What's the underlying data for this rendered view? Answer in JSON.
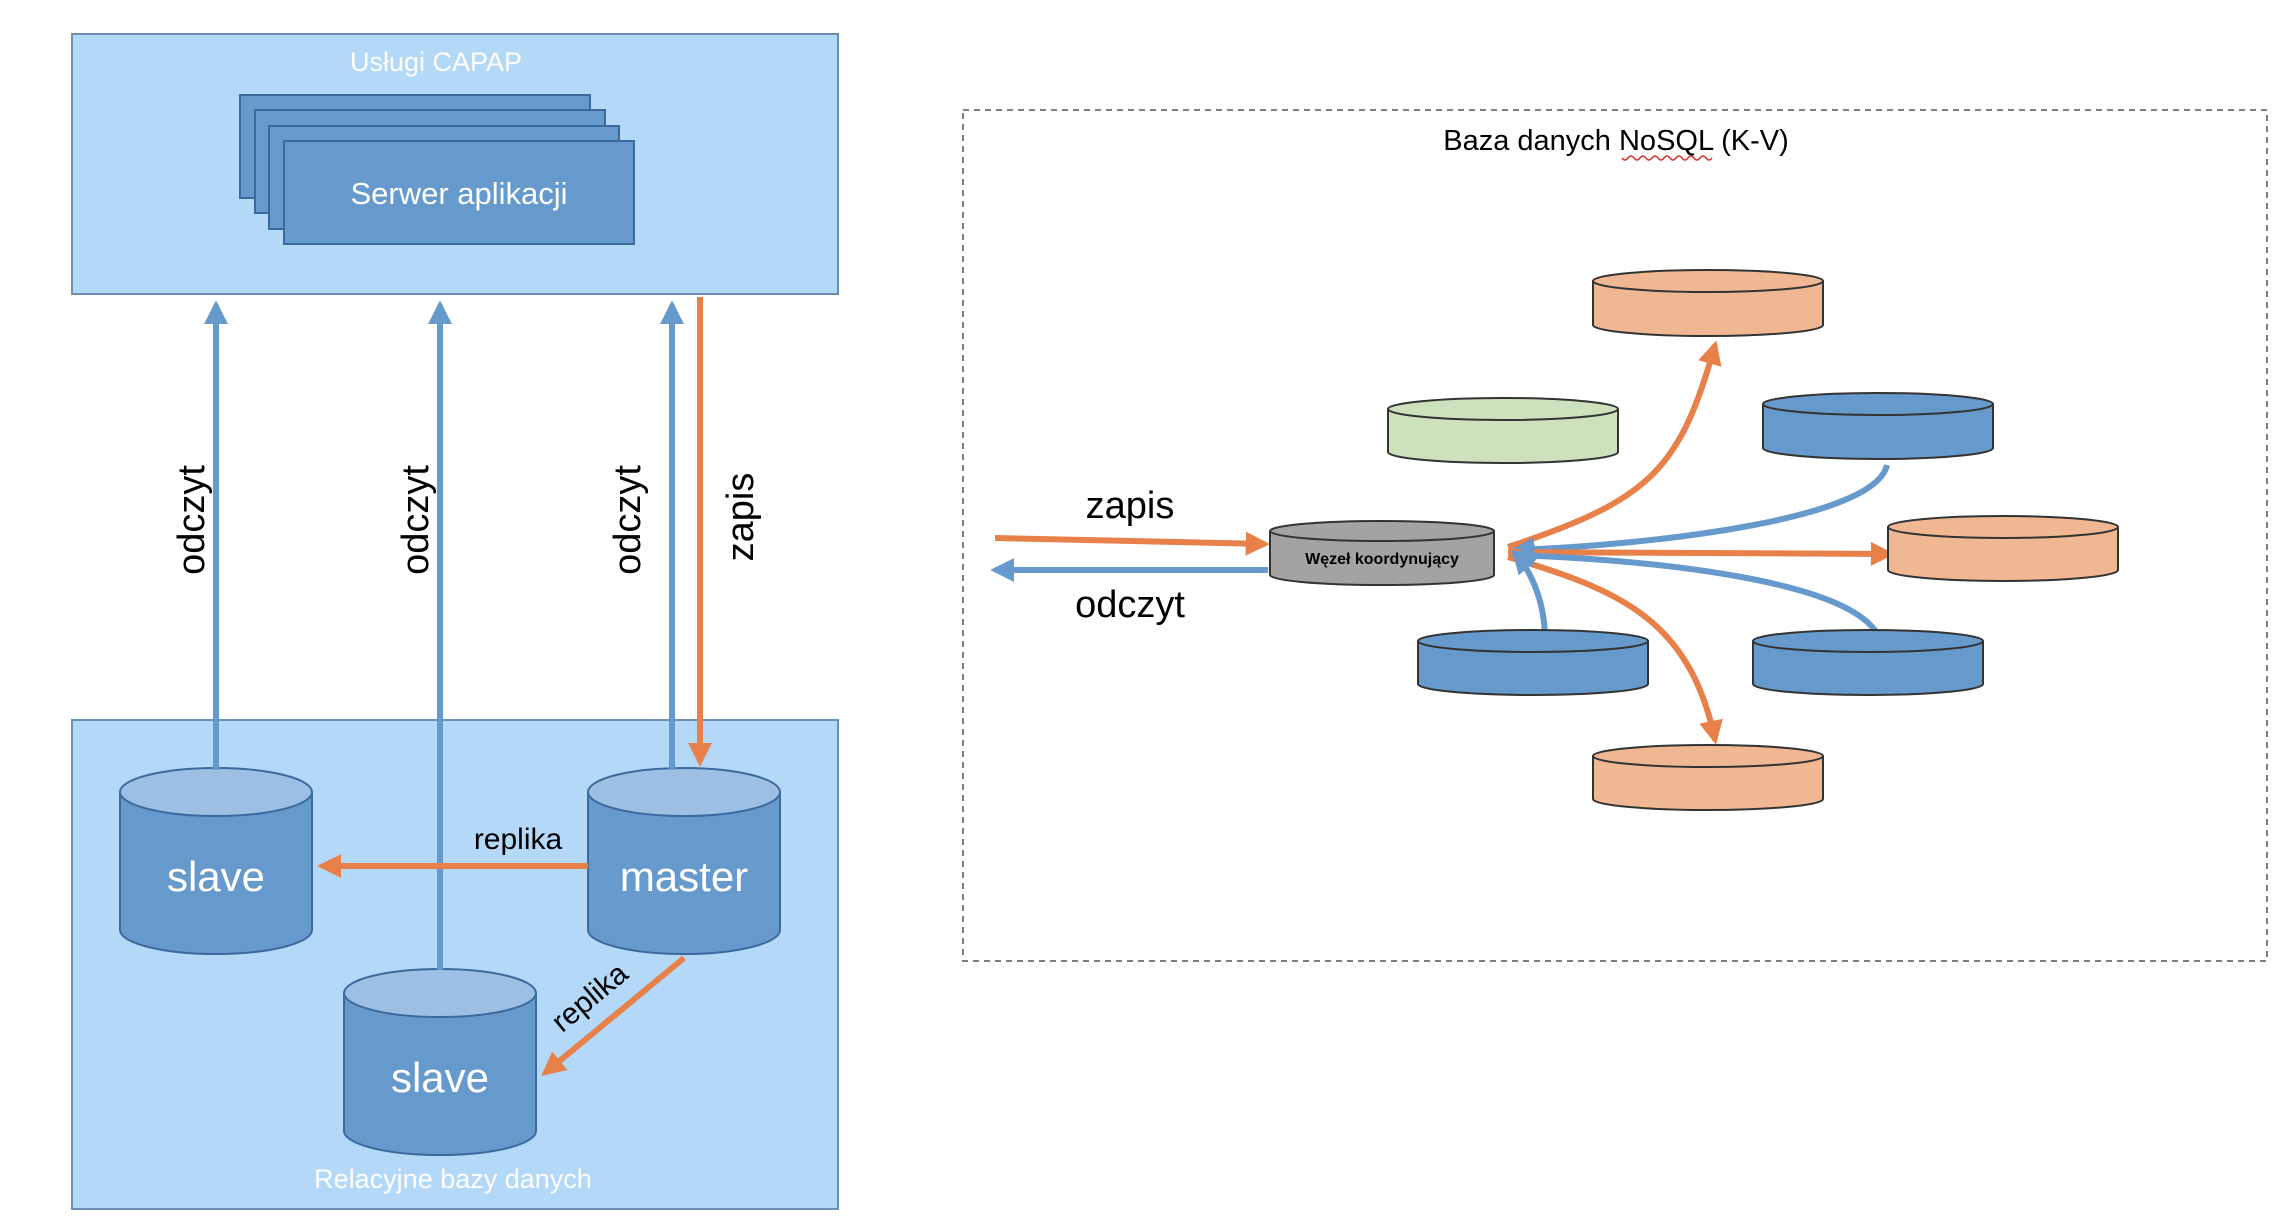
{
  "left_panel": {
    "services_title": "Usługi CAPAP",
    "server_label": "Serwer aplikacji",
    "relational_title": "Relacyjne bazy danych",
    "slave_label": "slave",
    "master_label": "master",
    "read_label": "odczyt",
    "write_label": "zapis",
    "replica_label": "replika"
  },
  "right_panel": {
    "title": "Baza danych NoSQL (K-V)",
    "coordinator_label": "Węzeł koordynujący",
    "write_label": "zapis",
    "read_label": "odczyt"
  },
  "colors": {
    "panel_fill": "#b4d8f8",
    "db_blue": "#6699cc",
    "db_top_blue": "#9dbfe3",
    "orange": "#e8804a",
    "orange_node": "#efb892",
    "green_node": "#cde2bc",
    "gray_node": "#a3a3a3"
  }
}
